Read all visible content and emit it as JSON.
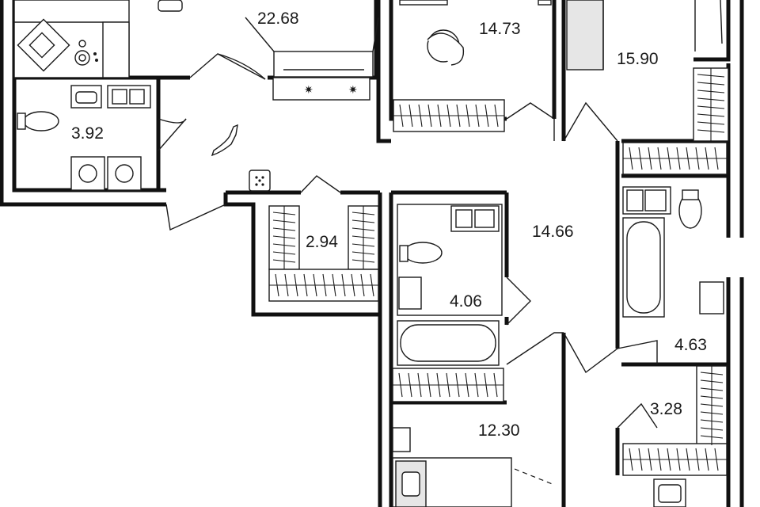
{
  "rooms": {
    "kitchen_living": {
      "area": "22.68"
    },
    "bedroom_top_left": {
      "area": "14.73"
    },
    "bedroom_top_right": {
      "area": "15.90"
    },
    "bathroom_left": {
      "area": "3.92"
    },
    "storage": {
      "area": "2.94"
    },
    "hall": {
      "area": "14.66"
    },
    "bathroom_center": {
      "area": "4.06"
    },
    "bathroom_right": {
      "area": "4.63"
    },
    "closet_right": {
      "area": "3.28"
    },
    "bedroom_bottom": {
      "area": "12.30"
    }
  }
}
